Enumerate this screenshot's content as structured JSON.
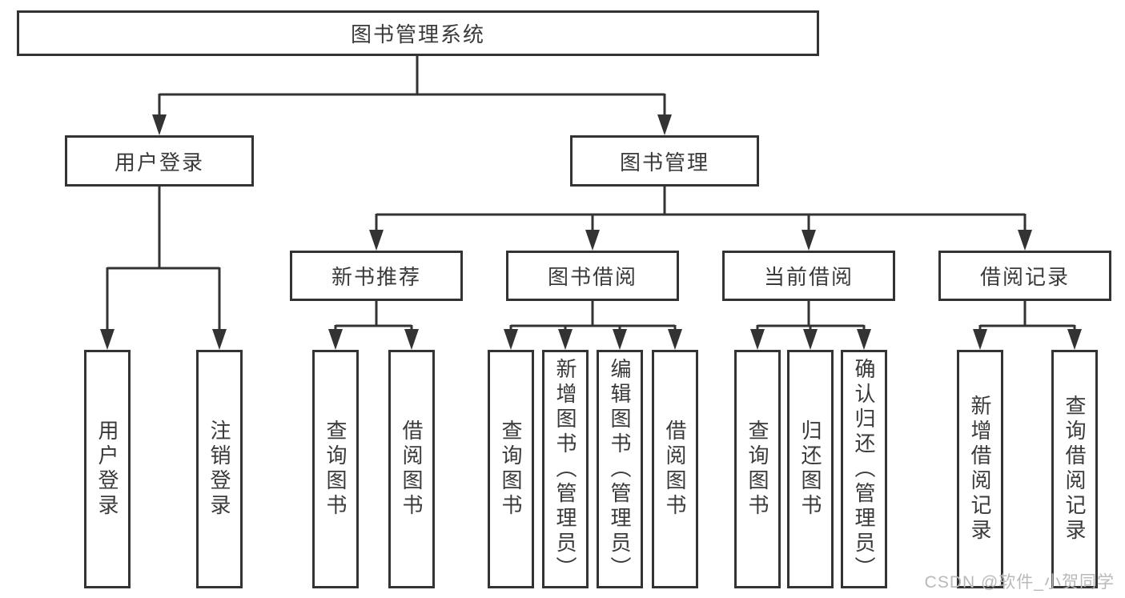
{
  "tree": {
    "label": "图书管理系统",
    "children": [
      {
        "label": "用户登录",
        "children": [
          {
            "label": "用户登录"
          },
          {
            "label": "注销登录"
          }
        ]
      },
      {
        "label": "图书管理",
        "children": [
          {
            "label": "新书推荐",
            "children": [
              {
                "label": "查询图书"
              },
              {
                "label": "借阅图书"
              }
            ]
          },
          {
            "label": "图书借阅",
            "children": [
              {
                "label": "查询图书"
              },
              {
                "label": "新增图书（管理员）"
              },
              {
                "label": "编辑图书（管理员）"
              },
              {
                "label": "借阅图书"
              }
            ]
          },
          {
            "label": "当前借阅",
            "children": [
              {
                "label": "查询图书"
              },
              {
                "label": "归还图书"
              },
              {
                "label": "确认归还（管理员）"
              }
            ]
          },
          {
            "label": "借阅记录",
            "children": [
              {
                "label": "新增借阅记录"
              },
              {
                "label": "查询借阅记录"
              }
            ]
          }
        ]
      }
    ]
  },
  "watermark": "CSDN @软件_小贺同学",
  "colors": {
    "line": "#333333",
    "text": "#3a3a3a",
    "watermark": "#b9b9b9",
    "background": "#ffffff"
  }
}
